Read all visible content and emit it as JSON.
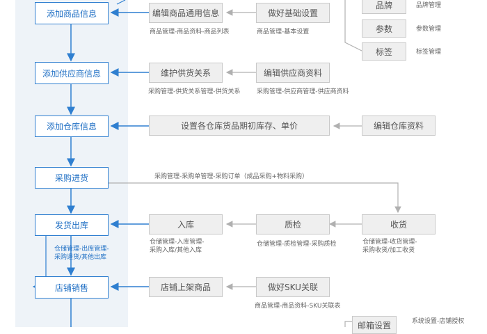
{
  "colors": {
    "accent": "#2f7fd0",
    "lane": "#eef3f8",
    "box_gray": "#efefef",
    "arrow_gray": "#b0b0b0"
  },
  "main_steps": [
    {
      "id": "s1",
      "label": "添加商品信息"
    },
    {
      "id": "s2",
      "label": "添加供应商信息"
    },
    {
      "id": "s3",
      "label": "添加仓库信息"
    },
    {
      "id": "s4",
      "label": "采购进货"
    },
    {
      "id": "s5",
      "label": "发货出库"
    },
    {
      "id": "s6",
      "label": "店铺销售"
    }
  ],
  "side_steps": [
    {
      "id": "g1",
      "label": "编辑商品通用信息",
      "caption": "商品管理-商品资料-商品列表"
    },
    {
      "id": "g2",
      "label": "做好基础设置",
      "caption": "商品管理-基本设置"
    },
    {
      "id": "g3",
      "label": "维护供货关系",
      "caption": "采购管理-供货关系管理-供货关系"
    },
    {
      "id": "g4",
      "label": "编辑供应商资料",
      "caption": "采购管理-供应商管理-供应商资料"
    },
    {
      "id": "g5",
      "label": "设置各仓库货品期初库存、单价",
      "caption": ""
    },
    {
      "id": "g6",
      "label": "编辑仓库资料",
      "caption": ""
    },
    {
      "id": "g7",
      "label": "入库",
      "caption": "仓储管理-入库管理-\n采购入库/其他入库"
    },
    {
      "id": "g8",
      "label": "质检",
      "caption": "仓储管理-质检管理-采购质检"
    },
    {
      "id": "g9",
      "label": "收货",
      "caption": "仓储管理-收货管理-\n采购收货/加工收货"
    },
    {
      "id": "g10",
      "label": "店铺上架商品",
      "caption": ""
    },
    {
      "id": "g11",
      "label": "做好SKU关联",
      "caption": "商品管理-商品资料-SKU关联表"
    },
    {
      "id": "g12",
      "label": "品牌",
      "caption": "品牌管理"
    },
    {
      "id": "g13",
      "label": "参数",
      "caption": "参数管理"
    },
    {
      "id": "g14",
      "label": "标签",
      "caption": "标签管理"
    },
    {
      "id": "g15",
      "label": "邮箱设置",
      "caption": "系统设置-店铺授权"
    }
  ],
  "annotations": {
    "purchase_order": "采购管理-采购单管理-采购订单（成品采购+物料采购）",
    "outbound": "仓储管理-出库管理-\n采购退货/其他出库"
  }
}
